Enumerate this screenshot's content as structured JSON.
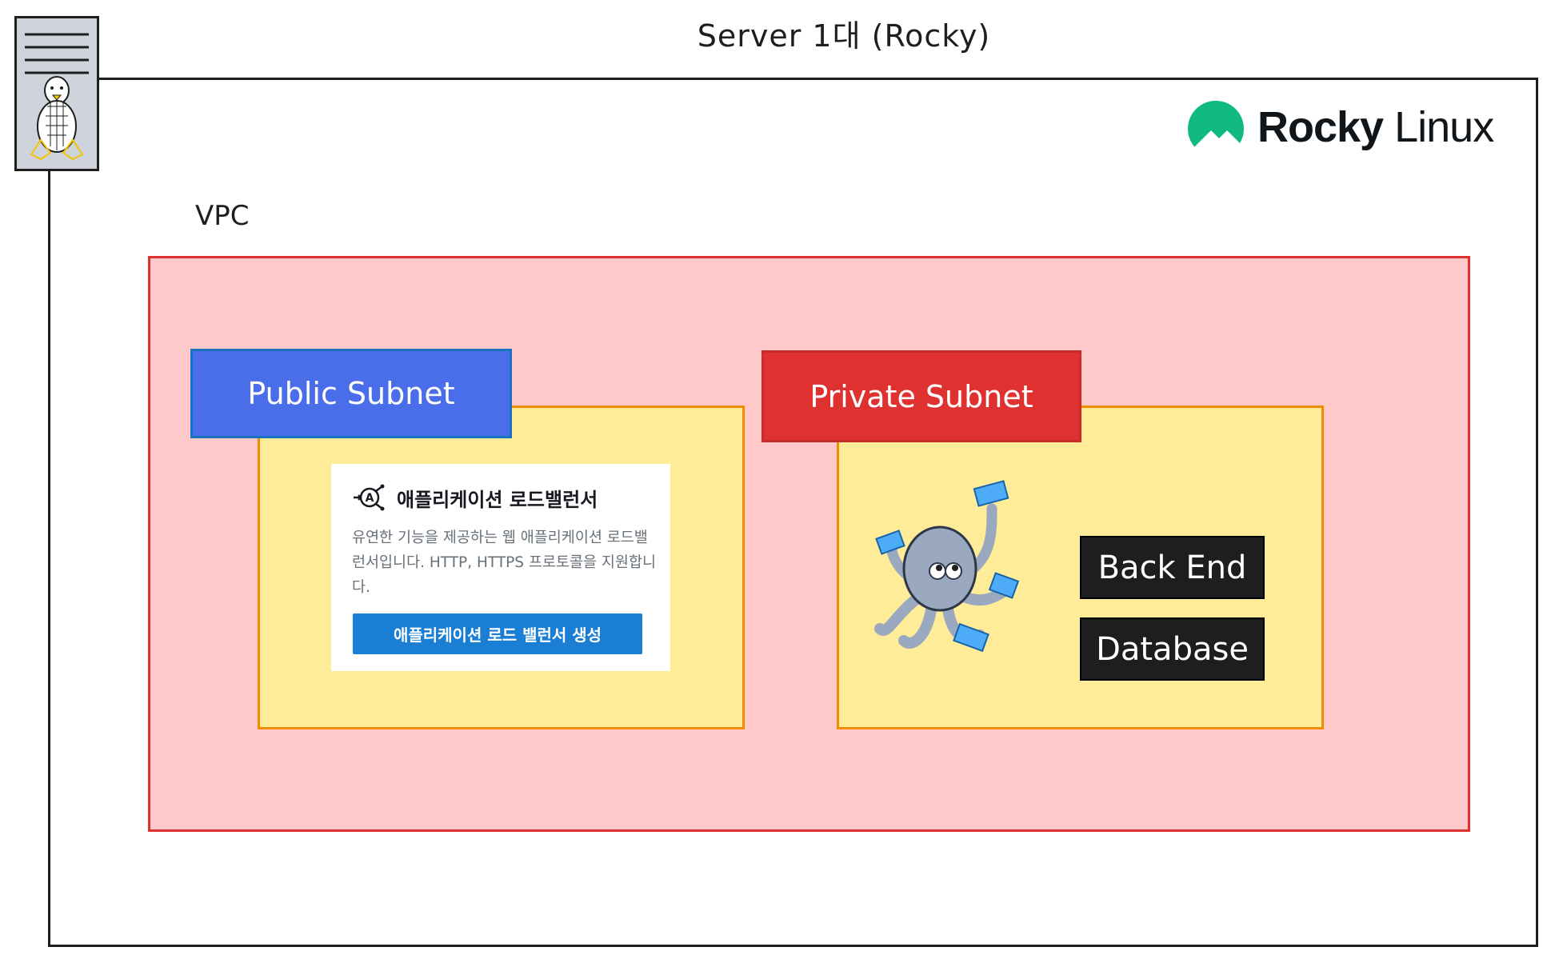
{
  "title": "Server 1대 (Rocky)",
  "logo": {
    "word_bold": "Rocky",
    "word_light": "Linux",
    "color": "#10b981"
  },
  "vpc": {
    "label": "VPC"
  },
  "public_subnet": {
    "label": "Public Subnet",
    "card": {
      "title": "애플리케이션 로드밸런서",
      "description": "유연한 기능을 제공하는 웹 애플리케이션 로드밸런서입니다. HTTP, HTTPS 프로토콜을 지원합니다.",
      "button_label": "애플리케이션 로드 밸런서 생성"
    }
  },
  "private_subnet": {
    "label": "Private Subnet",
    "items": [
      "Back End",
      "Database"
    ]
  },
  "icons": {
    "server": "linux-server-icon",
    "logo": "rocky-linux-logo-icon",
    "load_balancer": "load-balancer-icon",
    "octopus": "docker-compose-octopus-icon"
  }
}
